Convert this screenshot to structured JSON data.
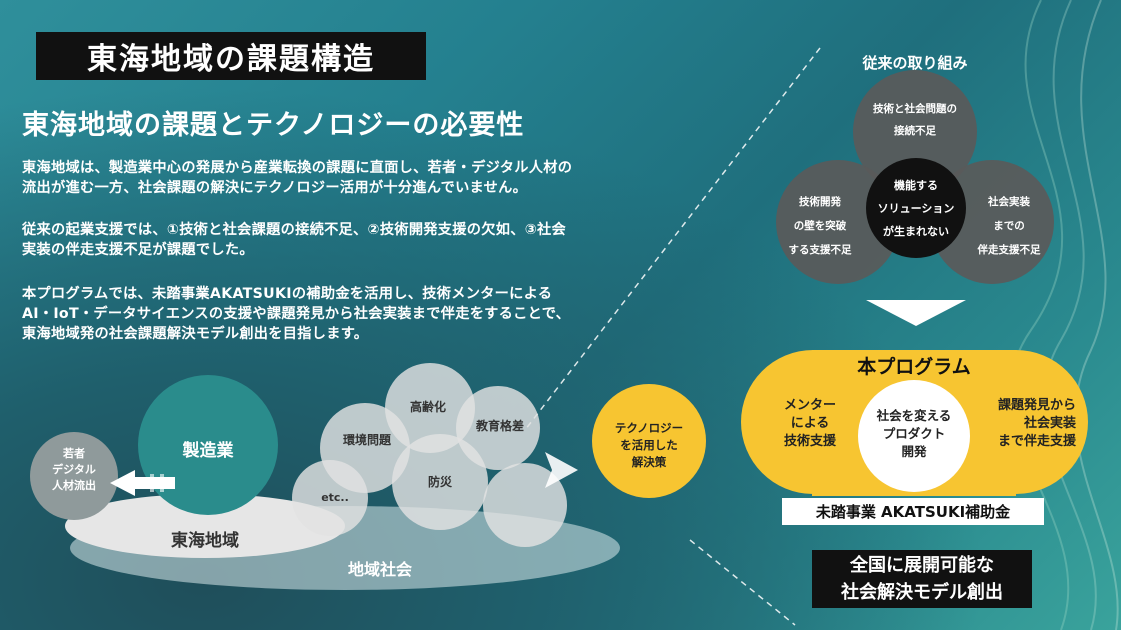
{
  "title": "東海地域の課題構造",
  "subtitle": "東海地域の課題とテクノロジーの必要性",
  "paragraphs": [
    [
      "東海地域は、製造業中心の発展から産業転換の課題に直面し、若者・デジタル人材の",
      "流出が進む一方、社会課題の解決にテクノロジー活用が十分進んでいません。"
    ],
    [
      "従来の起業支援では、①技術と社会課題の接続不足、②技術開発支援の欠如、③社会",
      "実装の伴走支援不足が課題でした。"
    ],
    [
      "本プログラムでは、未踏事業AKATSUKIの補助金を活用し、技術メンターによる",
      "AI・IoT・データサイエンスの支援や課題発見から社会実装まで伴走をすることで、",
      "東海地域発の社会課題解決モデル創出を目指します。"
    ]
  ],
  "region": {
    "manufacturing": "製造業",
    "tokai_region": "東海地域",
    "youth_outflow": [
      "若者",
      "デジタル",
      "人材流出"
    ],
    "local_society": "地域社会",
    "issues": [
      "高齢化",
      "環境問題",
      "教育格差",
      "防災",
      "etc.."
    ],
    "tech_solution": [
      "テクノロジー",
      "を活用した",
      "解決策"
    ]
  },
  "conventional": {
    "heading": "従来の取り組み",
    "top_circle": [
      "技術と社会問題の",
      "接続不足"
    ],
    "left_circle": [
      "技術開発",
      "の壁を突破",
      "する支援不足"
    ],
    "right_circle": [
      "社会実装",
      "までの",
      "伴走支援不足"
    ],
    "center": [
      "機能する",
      "ソリューション",
      "が生まれない"
    ]
  },
  "program": {
    "heading": "本プログラム",
    "left": [
      "メンター",
      "による",
      "技術支援"
    ],
    "center": [
      "社会を変える",
      "プロダクト",
      "開発"
    ],
    "right": [
      "課題発見から",
      "社会実装",
      "まで伴走支援"
    ],
    "funding": "未踏事業 AKATSUKI補助金"
  },
  "conclusion": [
    "全国に展開可能な",
    "社会解決モデル創出"
  ],
  "colors": {
    "accent_yellow": "#f7c531",
    "dark_gray": "#555555",
    "teal": "#2a8c8c",
    "black": "#111111"
  }
}
